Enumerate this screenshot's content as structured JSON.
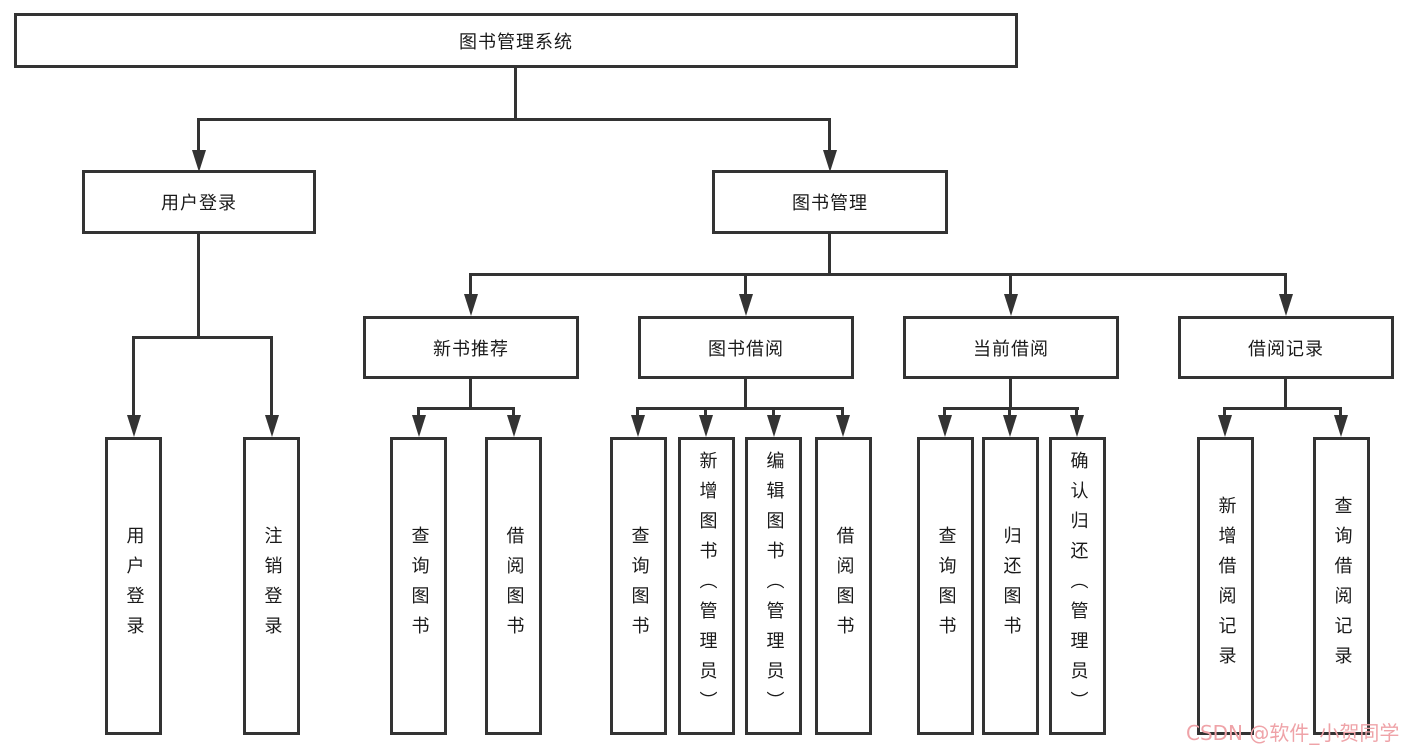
{
  "colors": {
    "line": "#333333",
    "box_border": "#333333",
    "box_background": "#ffffff",
    "text": "#1a1a1a",
    "watermark": "#efa3a8",
    "page_background": "#ffffff"
  },
  "watermark": {
    "text": "CSDN @软件_小贺同学"
  },
  "tree": {
    "label": "图书管理系统",
    "children": [
      {
        "label": "用户登录",
        "children": [
          {
            "label": "用户登录"
          },
          {
            "label": "注销登录"
          }
        ]
      },
      {
        "label": "图书管理",
        "children": [
          {
            "label": "新书推荐",
            "children": [
              {
                "label": "查询图书"
              },
              {
                "label": "借阅图书"
              }
            ]
          },
          {
            "label": "图书借阅",
            "children": [
              {
                "label": "查询图书"
              },
              {
                "label": "新增图书（管理员）"
              },
              {
                "label": "编辑图书（管理员）"
              },
              {
                "label": "借阅图书"
              }
            ]
          },
          {
            "label": "当前借阅",
            "children": [
              {
                "label": "查询图书"
              },
              {
                "label": "归还图书"
              },
              {
                "label": "确认归还（管理员）"
              }
            ]
          },
          {
            "label": "借阅记录",
            "children": [
              {
                "label": "新增借阅记录"
              },
              {
                "label": "查询借阅记录"
              }
            ]
          }
        ]
      }
    ]
  }
}
